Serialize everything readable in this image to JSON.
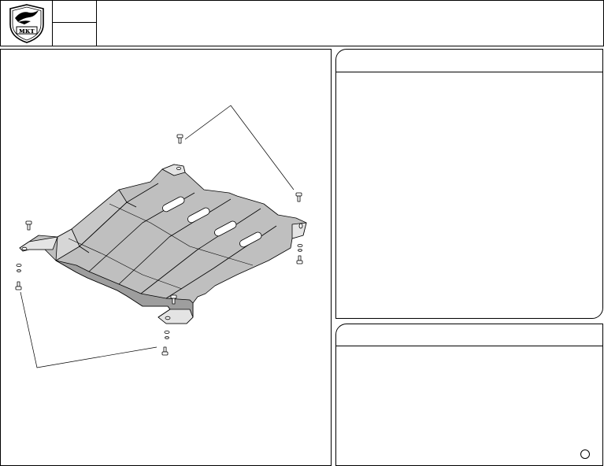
{
  "header": {
    "logo_icon": "shield-logo-icon",
    "code_top": "",
    "code_bottom": "",
    "title": ""
  },
  "info_panel": {
    "title": "",
    "body": ""
  },
  "notes_panel": {
    "title": "",
    "body": ""
  },
  "drawing": {
    "parts": [
      "skid-plate",
      "bolt",
      "washer",
      "bracket"
    ]
  },
  "colors": {
    "line": "#000000",
    "plate_fill": "#bdbdbd",
    "background": "#ffffff"
  }
}
